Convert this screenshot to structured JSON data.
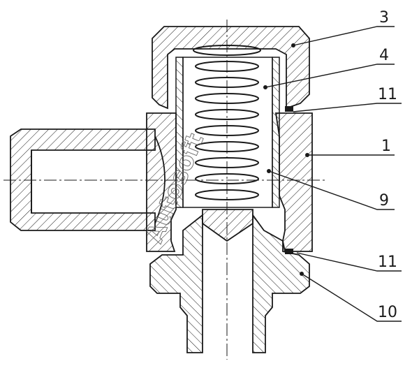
{
  "callouts": [
    {
      "id": "part-3",
      "label": "3"
    },
    {
      "id": "part-4",
      "label": "4"
    },
    {
      "id": "part-11a",
      "label": "11"
    },
    {
      "id": "part-1",
      "label": "1"
    },
    {
      "id": "part-9",
      "label": "9"
    },
    {
      "id": "part-11b",
      "label": "11"
    },
    {
      "id": "part-10",
      "label": "10"
    }
  ],
  "watermark": "Autosoft",
  "colors": {
    "line": "#1a1a1a",
    "hatch": "#1a1a1a",
    "background": "#ffffff"
  }
}
